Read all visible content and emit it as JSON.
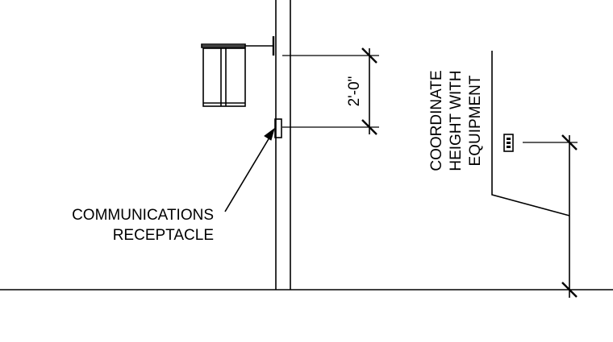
{
  "dimension_label": "2'-0\"",
  "callout": {
    "line1": "COMMUNICATIONS",
    "line2": "RECEPTACLE"
  },
  "note": {
    "line1": "COORDINATE",
    "line2": "HEIGHT WITH",
    "line3": "EQUIPMENT"
  }
}
